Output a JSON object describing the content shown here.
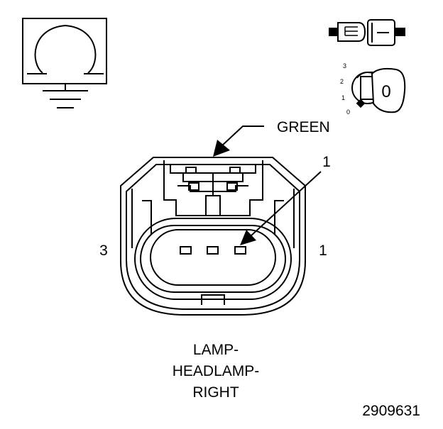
{
  "labels": {
    "wire_color": "GREEN",
    "pin_callout": "1",
    "pin_left": "3",
    "pin_right": "1",
    "component_line1": "LAMP-",
    "component_line2": "HEADLAMP-",
    "component_line3": "RIGHT",
    "figure_number": "2909631"
  },
  "key_icon": {
    "positions": [
      "3",
      "2",
      "1",
      "0"
    ],
    "selected_position": "0",
    "key_label": "0"
  },
  "icons": [
    "ohmmeter-ground-icon",
    "connector-test-icon",
    "ignition-key-icon"
  ]
}
